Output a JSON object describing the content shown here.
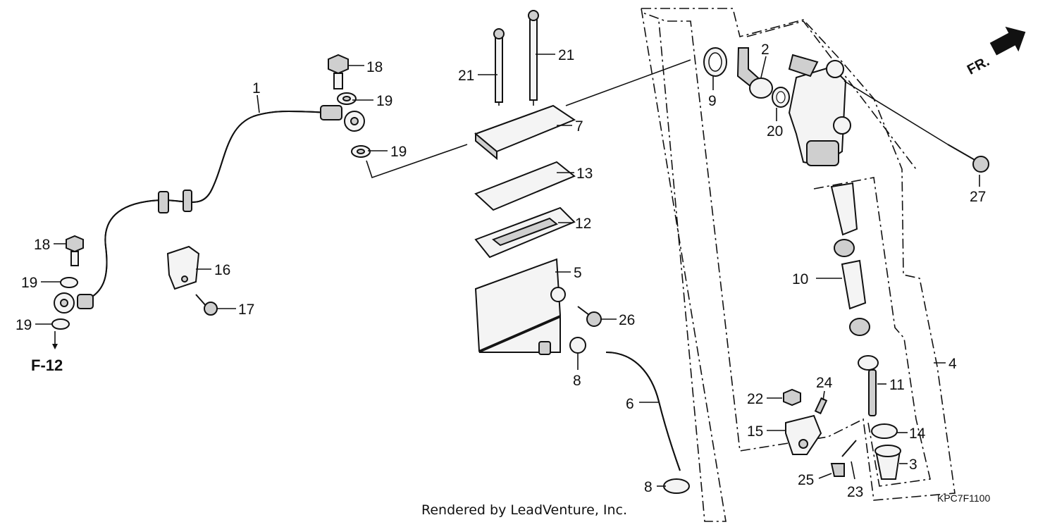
{
  "orientation_label": "FR.",
  "reference_label": "F-12",
  "footer_text": "Rendered by LeadVenture, Inc.",
  "diagram_code": "KPC7F1100",
  "callouts": {
    "c1": "1",
    "c2": "2",
    "c3": "3",
    "c4": "4",
    "c5": "5",
    "c6": "6",
    "c7": "7",
    "c8a": "8",
    "c8b": "8",
    "c9": "9",
    "c10": "10",
    "c11": "11",
    "c12": "12",
    "c13": "13",
    "c14": "14",
    "c15": "15",
    "c16": "16",
    "c17": "17",
    "c18a": "18",
    "c18b": "18",
    "c19a": "19",
    "c19b": "19",
    "c19c": "19",
    "c19d": "19",
    "c20": "20",
    "c21a": "21",
    "c21b": "21",
    "c22": "22",
    "c23": "23",
    "c24": "24",
    "c25": "25",
    "c26": "26",
    "c27": "27"
  }
}
